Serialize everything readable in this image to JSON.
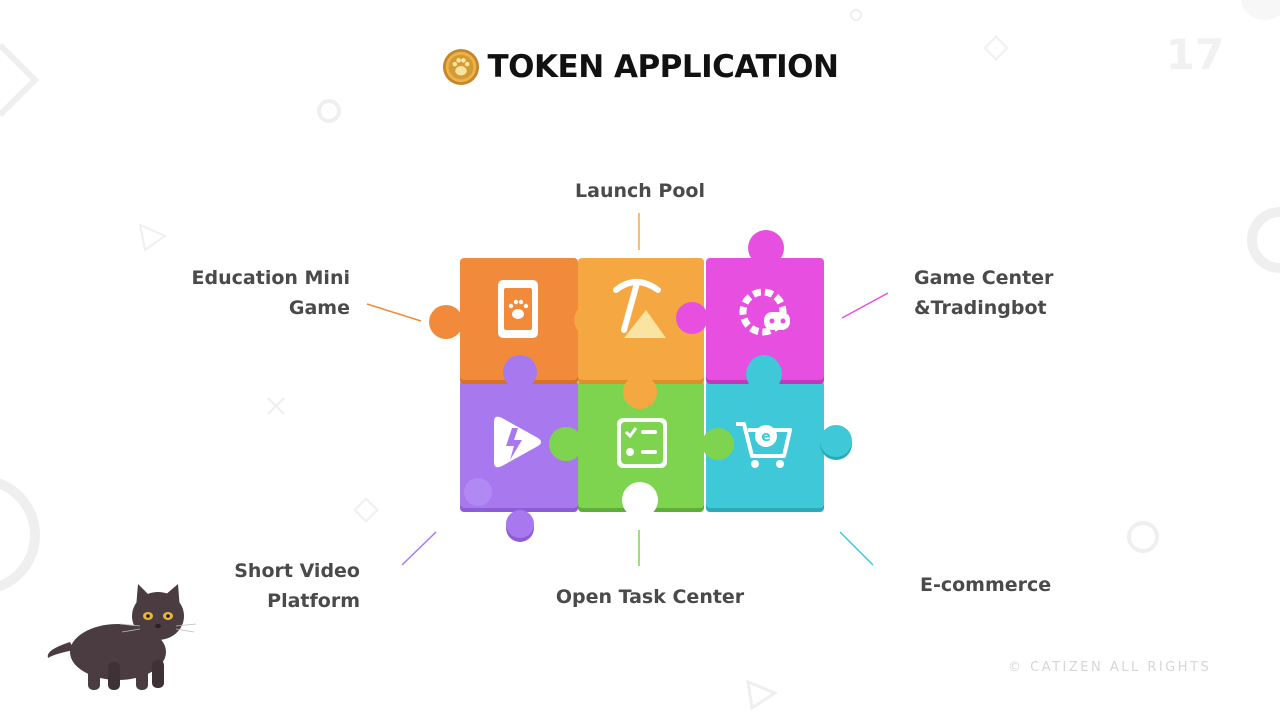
{
  "title": {
    "text": "TOKEN APPLICATION",
    "coin_icon": "paw-coin-icon"
  },
  "page_number": "17",
  "labels": {
    "launch_pool": "Launch Pool",
    "education_line1": "Education Mini",
    "education_line2": "Game",
    "game_center_line1": "Game Center",
    "game_center_line2": "&Tradingbot",
    "short_video_line1": "Short Video",
    "short_video_line2": "Platform",
    "open_task": "Open Task Center",
    "ecommerce": "E-commerce"
  },
  "pieces": [
    {
      "name": "education",
      "color": "#f28a3c",
      "icon": "phone-paw-icon"
    },
    {
      "name": "launch-pool",
      "color": "#f5a742",
      "icon": "pickaxe-mountain-icon"
    },
    {
      "name": "game-center",
      "color": "#e64fe0",
      "icon": "gamepad-gear-icon"
    },
    {
      "name": "short-video",
      "color": "#a878ef",
      "icon": "play-lightning-icon"
    },
    {
      "name": "open-task",
      "color": "#7fd44f",
      "icon": "checklist-icon"
    },
    {
      "name": "ecommerce",
      "color": "#3ec8d8",
      "icon": "shopping-cart-icon"
    }
  ],
  "line_colors": {
    "launch_pool": "#f5a742",
    "education": "#f28a3c",
    "game_center": "#e64fe0",
    "short_video": "#a878ef",
    "open_task": "#7fd44f",
    "ecommerce": "#3ec8d8"
  },
  "copyright": "© CATIZEN ALL RIGHTS",
  "mascot": "cat-mascot-icon"
}
